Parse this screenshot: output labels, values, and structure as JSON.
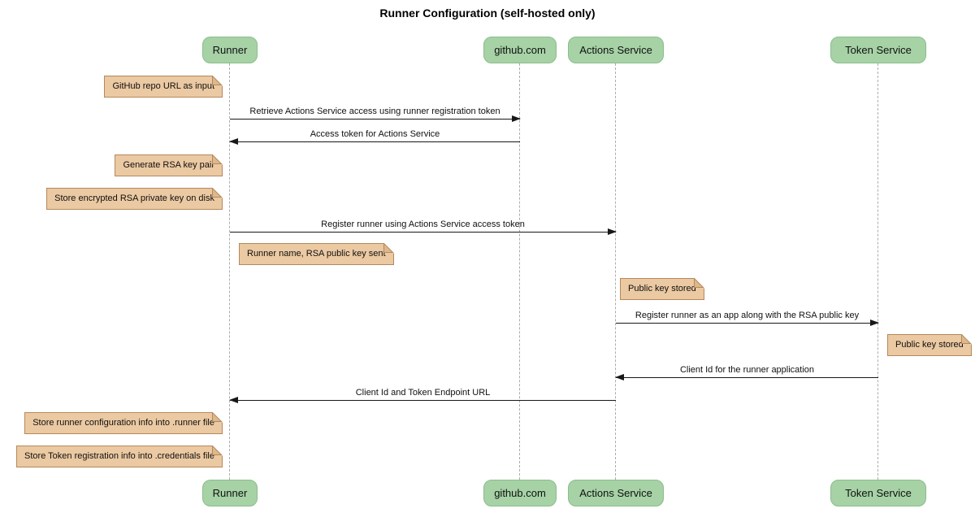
{
  "title": "Runner Configuration (self-hosted only)",
  "colors": {
    "actor_fill": "#A6D2A6",
    "actor_border": "#8BBD8B",
    "note_fill": "#EBC9A2",
    "note_border": "#B5885C",
    "note_flap": "#DEB88D",
    "lifeline": "#ACACAC",
    "arrow": "#181818"
  },
  "actors": [
    {
      "name": "Runner"
    },
    {
      "name": "github.com"
    },
    {
      "name": "Actions Service"
    },
    {
      "name": "Token Service"
    }
  ],
  "messages": [
    {
      "from": "Runner",
      "to": "github.com",
      "label": "Retrieve Actions Service access using runner registration token"
    },
    {
      "from": "github.com",
      "to": "Runner",
      "label": "Access token for Actions Service"
    },
    {
      "from": "Runner",
      "to": "Actions Service",
      "label": "Register runner using Actions Service access token"
    },
    {
      "from": "Actions Service",
      "to": "Token Service",
      "label": "Register runner as an app along with the RSA public key"
    },
    {
      "from": "Token Service",
      "to": "Actions Service",
      "label": "Client Id for the runner application"
    },
    {
      "from": "Actions Service",
      "to": "Runner",
      "label": "Client Id and Token Endpoint URL"
    }
  ],
  "notes": [
    {
      "text": "GitHub repo URL as input"
    },
    {
      "text": "Generate RSA key pair"
    },
    {
      "text": "Store encrypted RSA private key on disk"
    },
    {
      "text": "Runner name, RSA public key sent"
    },
    {
      "text": "Public key stored"
    },
    {
      "text": "Public key stored"
    },
    {
      "text": "Store runner configuration info into .runner file"
    },
    {
      "text": "Store Token registration info into .credentials file"
    }
  ]
}
